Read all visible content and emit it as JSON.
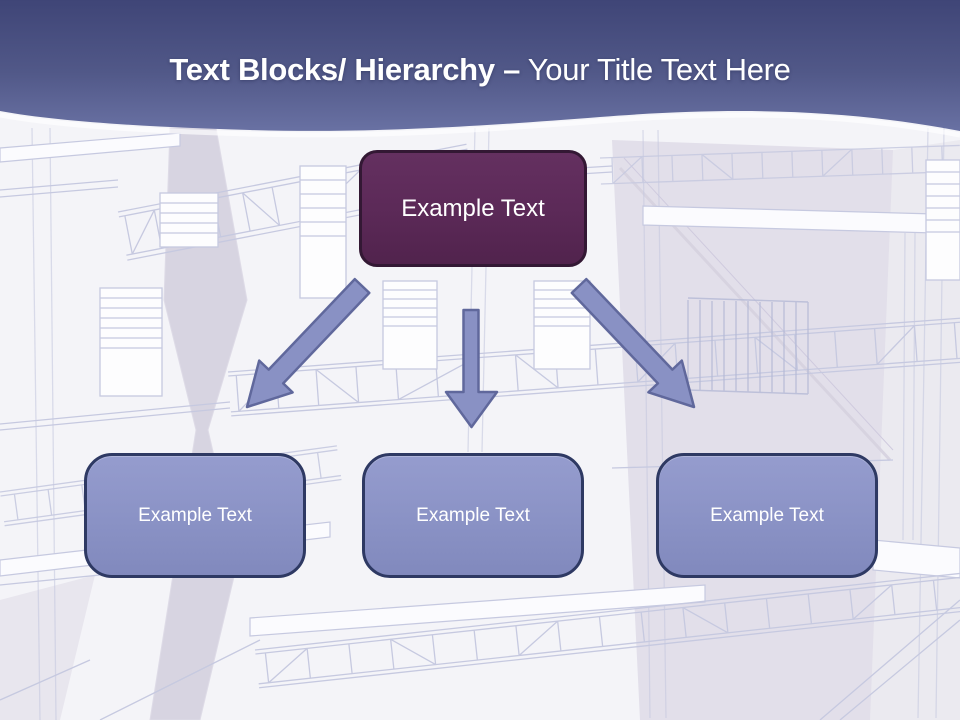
{
  "slide": {
    "header": {
      "title_bold": "Text Blocks/ Hierarchy –",
      "title_regular": "Your Title Text Here"
    },
    "diagram": {
      "root": {
        "label": "Example Text"
      },
      "children": [
        {
          "label": "Example Text"
        },
        {
          "label": "Example Text"
        },
        {
          "label": "Example Text"
        }
      ]
    },
    "palette": {
      "header_gradient_top": "#3f4577",
      "header_gradient_bottom": "#6971a3",
      "root_box_fill": "#5b2957",
      "root_box_border": "#331834",
      "child_box_fill": "#8a92c5",
      "child_box_border": "#2e3963",
      "arrow_fill": "#8991c4",
      "arrow_outline": "#60689c",
      "canvas_background": "#f4f4f8",
      "wireframe_line": "#c6c9e0",
      "title_text": "#ffffff"
    }
  }
}
